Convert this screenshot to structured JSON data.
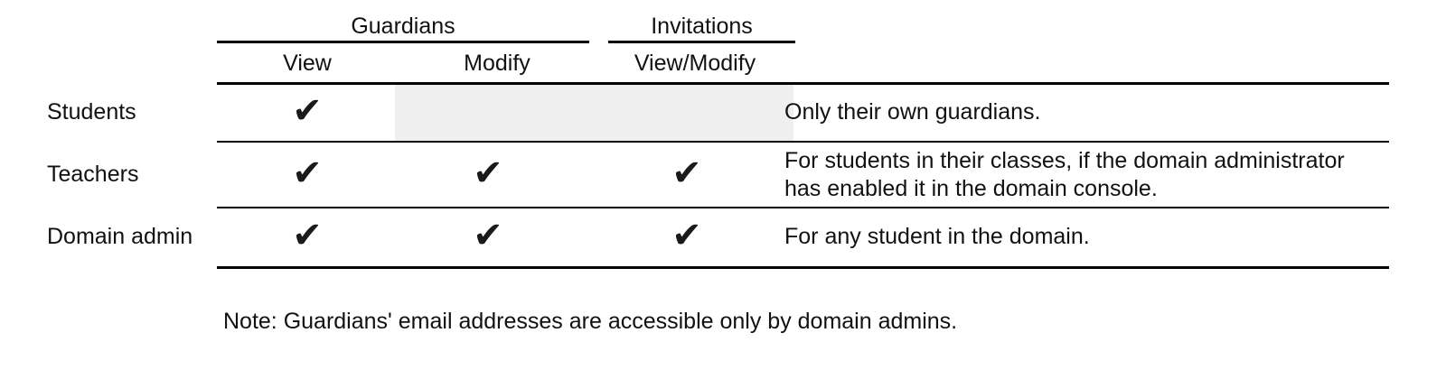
{
  "table": {
    "column_groups": [
      {
        "label": "Guardians",
        "spans": [
          "View",
          "Modify"
        ]
      },
      {
        "label": "Invitations",
        "spans": [
          "View/Modify"
        ]
      }
    ],
    "columns": [
      {
        "key": "role",
        "label": ""
      },
      {
        "key": "guardians_view",
        "label": "View"
      },
      {
        "key": "guardians_modify",
        "label": "Modify"
      },
      {
        "key": "invitations_view_modify",
        "label": "View/Modify"
      },
      {
        "key": "description",
        "label": ""
      }
    ],
    "check_glyph": "✔",
    "rows": [
      {
        "role": "Students",
        "guardians_view": true,
        "guardians_modify": false,
        "invitations_view_modify": false,
        "shaded": true,
        "description": "Only their own guardians."
      },
      {
        "role": "Teachers",
        "guardians_view": true,
        "guardians_modify": true,
        "invitations_view_modify": true,
        "shaded": false,
        "description": "For students in their classes, if the domain administrator has enabled it in the domain console."
      },
      {
        "role": "Domain admin",
        "guardians_view": true,
        "guardians_modify": true,
        "invitations_view_modify": true,
        "shaded": false,
        "description": "For any student in the domain."
      }
    ]
  },
  "note": "Note: Guardians' email addresses are accessible only by domain admins.",
  "colors": {
    "text": "#111111",
    "rule": "#000000",
    "shade": "#efefef",
    "background": "#ffffff"
  }
}
